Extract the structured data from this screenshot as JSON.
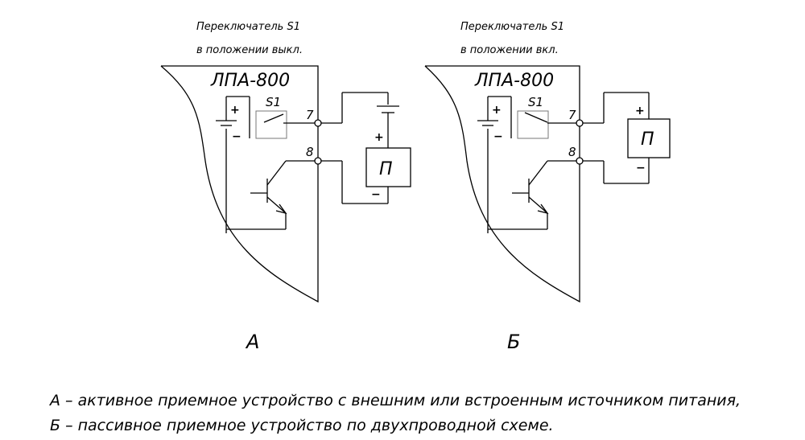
{
  "schemes": [
    {
      "caption_line1": "Переключатель S1",
      "caption_line2": "в положении выкл.",
      "device_title": "ЛПА-800",
      "switch_label": "S1",
      "pin7": "7",
      "pin8": "8",
      "plus": "+",
      "minus": "−",
      "receiver": "П",
      "label": "А"
    },
    {
      "caption_line1": "Переключатель S1",
      "caption_line2": "в положении вкл.",
      "device_title": "ЛПА-800",
      "switch_label": "S1",
      "pin7": "7",
      "pin8": "8",
      "plus": "+",
      "minus": "−",
      "receiver": "П",
      "label": "Б"
    }
  ],
  "legend": {
    "a": "А – активное приемное устройство с внешним или встроенным источником питания,",
    "b": "Б – пассивное приемное устройство по двухпроводной схеме."
  }
}
